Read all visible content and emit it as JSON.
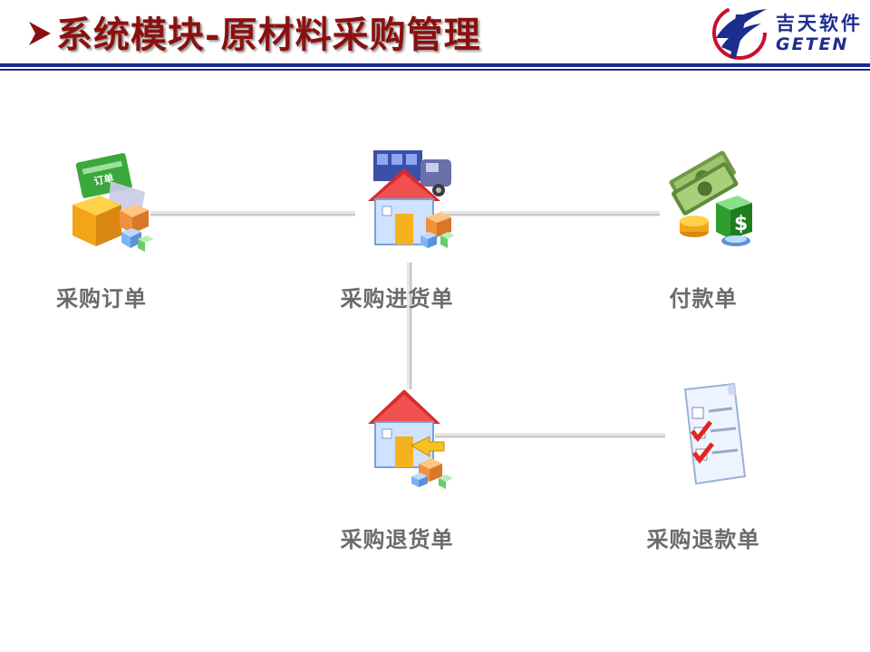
{
  "header": {
    "title": "系统模块-原材料采购管理",
    "arrow_icon": "arrow-right-icon",
    "logo": {
      "cn": "吉天软件",
      "en": "GETEN"
    }
  },
  "colors": {
    "title": "#8b1010",
    "rule": "#1a2a8c",
    "logo": "#1c2d8f",
    "label": "#6b6b6b"
  },
  "nodes": [
    {
      "id": "purchase-order",
      "label": "采购订单",
      "icon": "order-box-icon"
    },
    {
      "id": "purchase-receipt",
      "label": "采购进货单",
      "icon": "warehouse-truck-icon"
    },
    {
      "id": "payment",
      "label": "付款单",
      "icon": "money-icon"
    },
    {
      "id": "purchase-return",
      "label": "采购退货单",
      "icon": "warehouse-return-icon"
    },
    {
      "id": "purchase-refund",
      "label": "采购退款单",
      "icon": "checklist-icon"
    }
  ],
  "edges": [
    {
      "from": "purchase-order",
      "to": "purchase-receipt"
    },
    {
      "from": "purchase-receipt",
      "to": "payment"
    },
    {
      "from": "purchase-receipt",
      "to": "purchase-return"
    },
    {
      "from": "purchase-return",
      "to": "purchase-refund"
    }
  ]
}
